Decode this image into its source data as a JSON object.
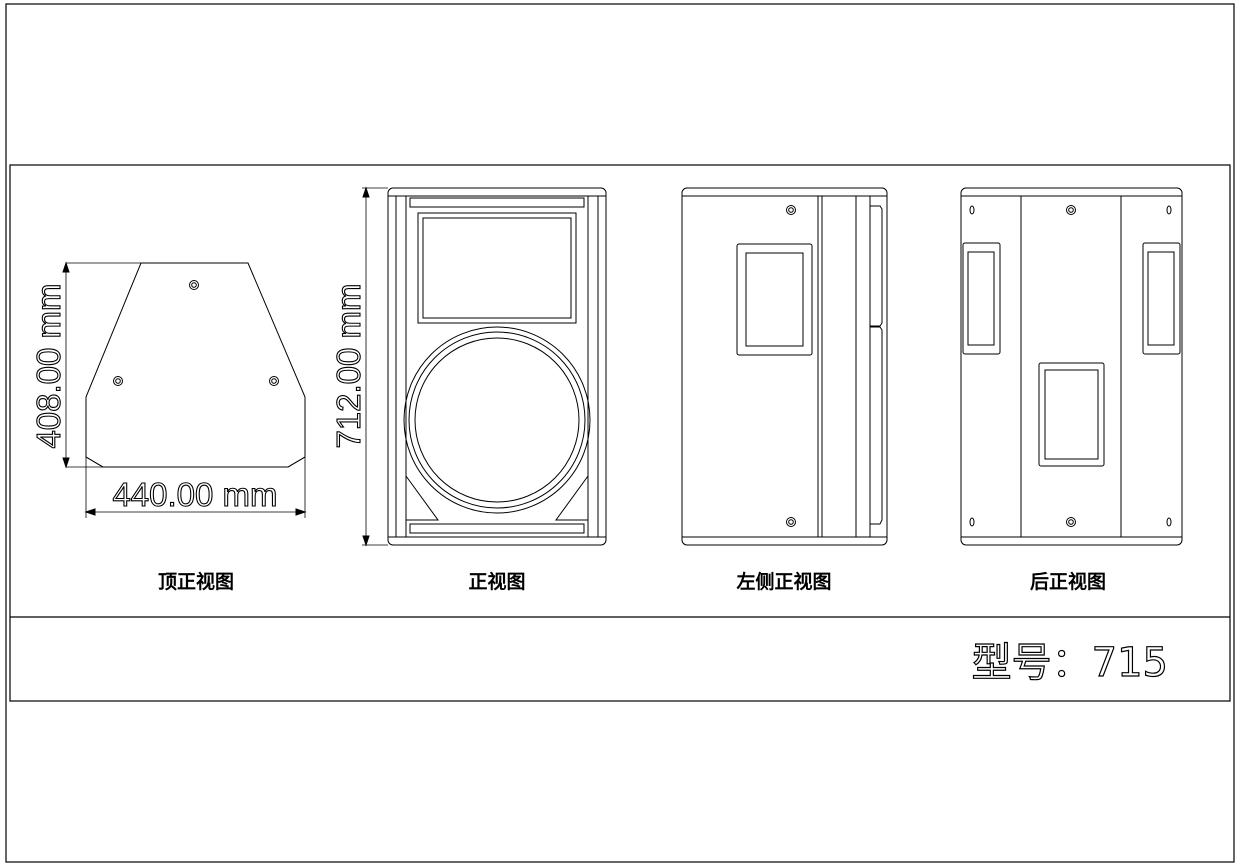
{
  "views": {
    "top": {
      "caption": "顶正视图",
      "depth_dim": "408.00 mm",
      "width_dim": "440.00 mm"
    },
    "front": {
      "caption": "正视图",
      "height_dim": "712.00 mm"
    },
    "left_side": {
      "caption": "左侧正视图"
    },
    "rear": {
      "caption": "后正视图"
    }
  },
  "title_block": {
    "model": "型号：715"
  }
}
